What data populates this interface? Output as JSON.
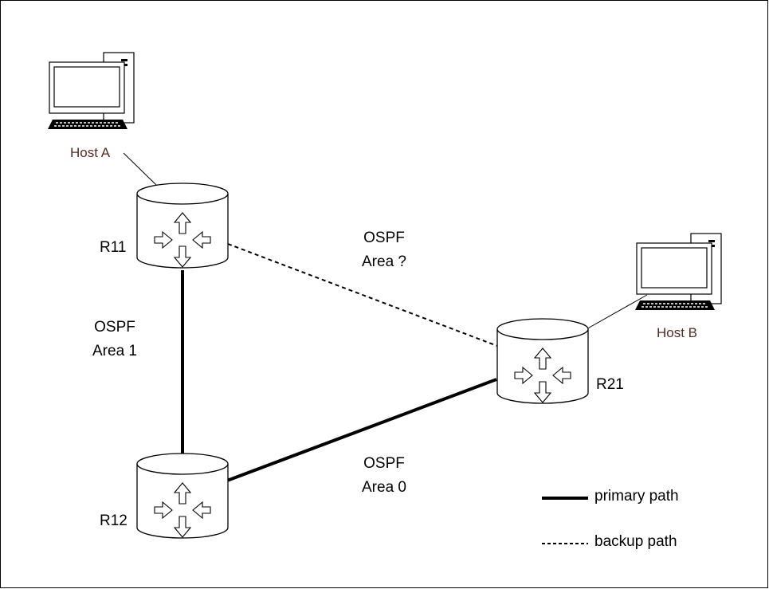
{
  "hosts": [
    {
      "id": "host-a",
      "label": "Host A"
    },
    {
      "id": "host-b",
      "label": "Host B"
    }
  ],
  "routers": [
    {
      "id": "r11",
      "label": "R11"
    },
    {
      "id": "r12",
      "label": "R12"
    },
    {
      "id": "r21",
      "label": "R21"
    }
  ],
  "links": [
    {
      "from": "R11",
      "to": "R12",
      "style": "solid",
      "area": {
        "line1": "OSPF",
        "line2": "Area 1"
      }
    },
    {
      "from": "R12",
      "to": "R21",
      "style": "solid",
      "area": {
        "line1": "OSPF",
        "line2": "Area 0"
      }
    },
    {
      "from": "R11",
      "to": "R21",
      "style": "dashed",
      "area": {
        "line1": "OSPF",
        "line2": "Area ?"
      }
    }
  ],
  "legend": {
    "primary": "primary path",
    "backup": "backup path"
  },
  "icons": [
    "desktop-computer-icon",
    "router-icon"
  ]
}
